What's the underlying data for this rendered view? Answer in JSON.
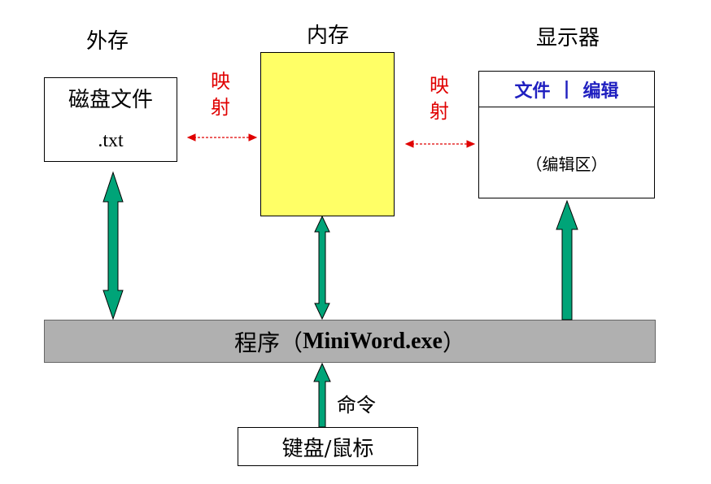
{
  "labels": {
    "external_storage": "外存",
    "memory": "内存",
    "display": "显示器",
    "map_left_1": "映",
    "map_left_2": "射",
    "map_right_1": "映",
    "map_right_2": "射",
    "command": "命令"
  },
  "disk_box": {
    "line1": "磁盘文件",
    "line2": ".txt"
  },
  "display_box": {
    "menu_file": "文件",
    "menu_sep": "|",
    "menu_edit": "编辑",
    "edit_area": "（编辑区）"
  },
  "program": {
    "prefix": "程序",
    "open_paren": "（",
    "name": "MiniWord.exe",
    "close_paren": "）"
  },
  "input_device": "键盘/鼠标",
  "colors": {
    "arrow_fill": "#00a478",
    "arrow_stroke": "#000000",
    "map_color": "#e00000",
    "memory_fill": "#ffff66",
    "program_fill": "#b0b0b0",
    "menu_text": "#2020c0"
  }
}
